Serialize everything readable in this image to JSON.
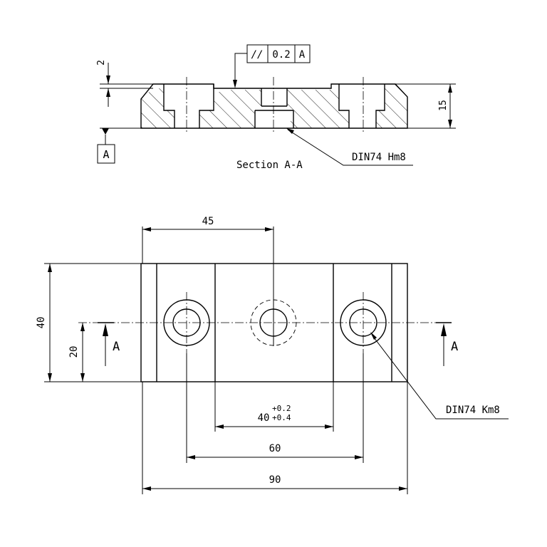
{
  "section_view": {
    "caption": "Section A-A",
    "dim_step": "2",
    "dim_height": "15",
    "tolerance_symbol": "//",
    "tolerance_value": "0.2",
    "tolerance_datum": "A",
    "datum_label": "A",
    "callout_hm8": "DIN74 Hm8"
  },
  "plan_view": {
    "dim_45": "45",
    "dim_40": "40",
    "dim_20": "20",
    "dim_40_center": "40",
    "tol_upper": "+0.2",
    "tol_lower": "+0.4",
    "dim_60": "60",
    "dim_90": "90",
    "section_mark_left": "A",
    "section_mark_right": "A",
    "callout_km8": "DIN74 Km8"
  }
}
